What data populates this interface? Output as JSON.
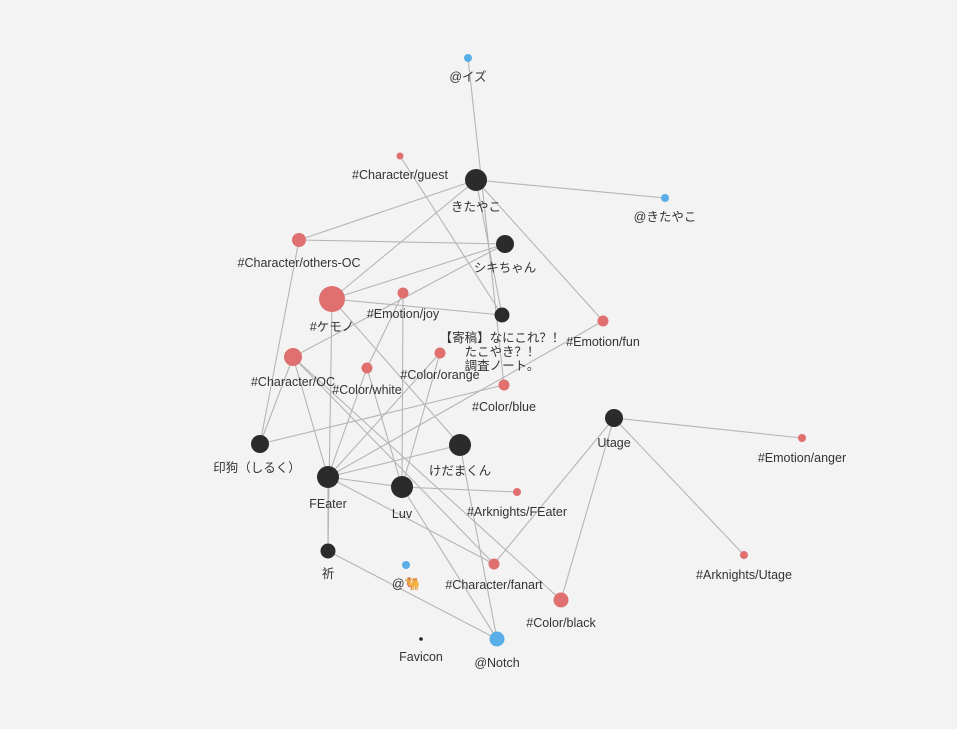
{
  "colors": {
    "page": "Favicon",
    "tag": "#e07070",
    "person": "#5aaee8",
    "orphan": "#222222",
    "edge": "#b5b5b5",
    "label": "#333333"
  },
  "graph": {
    "nodes": [
      {
        "id": "izu",
        "label": "@イズ",
        "kind": "person"
      },
      {
        "id": "chguest",
        "label": "#Character/guest",
        "kind": "tag"
      },
      {
        "id": "kitayako",
        "label": "きたやこ",
        "kind": "page"
      },
      {
        "id": "atkitayako",
        "label": "@きたやこ",
        "kind": "person"
      },
      {
        "id": "othersoc",
        "label": "#Character/others-OC",
        "kind": "tag"
      },
      {
        "id": "shiki",
        "label": "シキちゃん",
        "kind": "page"
      },
      {
        "id": "kemono",
        "label": "#ケモノ",
        "kind": "tag"
      },
      {
        "id": "joy",
        "label": "#Emotion/joy",
        "kind": "tag"
      },
      {
        "id": "takoyaki",
        "label": "【寄稿】なにこれ？！\nたこやき？！\n調査ノート。",
        "kind": "page"
      },
      {
        "id": "fun",
        "label": "#Emotion/fun",
        "kind": "tag"
      },
      {
        "id": "orange",
        "label": "#Color/orange",
        "kind": "tag"
      },
      {
        "id": "choc",
        "label": "#Character/OC",
        "kind": "tag"
      },
      {
        "id": "white",
        "label": "#Color/white",
        "kind": "tag"
      },
      {
        "id": "blue",
        "label": "#Color/blue",
        "kind": "tag"
      },
      {
        "id": "utage",
        "label": "Utage",
        "kind": "page"
      },
      {
        "id": "anger",
        "label": "#Emotion/anger",
        "kind": "tag"
      },
      {
        "id": "shiruku",
        "label": "印狗（しるく）",
        "kind": "page"
      },
      {
        "id": "kedama",
        "label": "けだまくん",
        "kind": "page"
      },
      {
        "id": "feater",
        "label": "FEater",
        "kind": "page"
      },
      {
        "id": "luv",
        "label": "Luv",
        "kind": "page"
      },
      {
        "id": "arkfeater",
        "label": "#Arknights/FEater",
        "kind": "tag"
      },
      {
        "id": "inori",
        "label": "祈",
        "kind": "page"
      },
      {
        "id": "atcamel",
        "label": "@🐫",
        "kind": "person"
      },
      {
        "id": "fanart",
        "label": "#Character/fanart",
        "kind": "tag"
      },
      {
        "id": "arkutage",
        "label": "#Arknights/Utage",
        "kind": "tag"
      },
      {
        "id": "black",
        "label": "#Color/black",
        "kind": "tag"
      },
      {
        "id": "favicon",
        "label": "Favicon",
        "kind": "orphan"
      },
      {
        "id": "notch",
        "label": "@Notch",
        "kind": "person"
      }
    ],
    "edges": [
      [
        "izu",
        "blue"
      ],
      [
        "chguest",
        "takoyaki"
      ],
      [
        "kitayako",
        "atkitayako"
      ],
      [
        "kitayako",
        "othersoc"
      ],
      [
        "kitayako",
        "kemono"
      ],
      [
        "kitayako",
        "fun"
      ],
      [
        "kitayako",
        "takoyaki"
      ],
      [
        "othersoc",
        "shiki"
      ],
      [
        "othersoc",
        "shiruku"
      ],
      [
        "shiki",
        "kemono"
      ],
      [
        "shiki",
        "choc"
      ],
      [
        "kemono",
        "takoyaki"
      ],
      [
        "kemono",
        "inori"
      ],
      [
        "kemono",
        "kedama"
      ],
      [
        "joy",
        "luv"
      ],
      [
        "joy",
        "white"
      ],
      [
        "orange",
        "feater"
      ],
      [
        "orange",
        "luv"
      ],
      [
        "choc",
        "shiruku"
      ],
      [
        "choc",
        "feater"
      ],
      [
        "choc",
        "fanart"
      ],
      [
        "choc",
        "black"
      ],
      [
        "white",
        "feater"
      ],
      [
        "white",
        "luv"
      ],
      [
        "blue",
        "shiruku"
      ],
      [
        "fun",
        "feater"
      ],
      [
        "utage",
        "anger"
      ],
      [
        "utage",
        "arkutage"
      ],
      [
        "utage",
        "fanart"
      ],
      [
        "utage",
        "black"
      ],
      [
        "kedama",
        "feater"
      ],
      [
        "kedama",
        "notch"
      ],
      [
        "feater",
        "luv"
      ],
      [
        "feater",
        "inori"
      ],
      [
        "feater",
        "fanart"
      ],
      [
        "luv",
        "arkfeater"
      ],
      [
        "luv",
        "notch"
      ],
      [
        "inori",
        "notch"
      ]
    ]
  }
}
